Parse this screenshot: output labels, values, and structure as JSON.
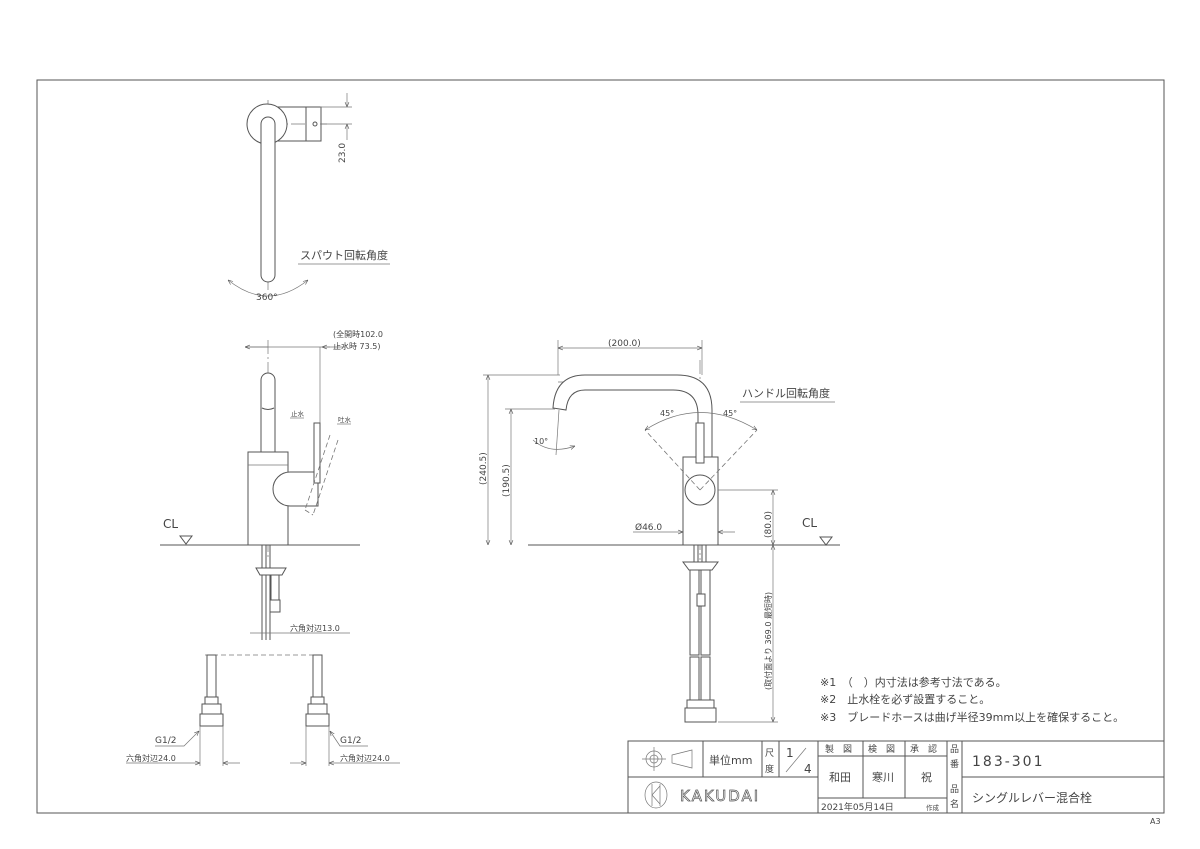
{
  "drawing": {
    "top_view": {
      "dim_23": "23.0",
      "spout_rotation_label": "スパウト回転角度",
      "spout_angle": "360°"
    },
    "side_view": {
      "dim_full_open": "(全開時102.0",
      "dim_closed": "止水時 73.5)",
      "label_stop": "止水",
      "label_discharge": "吐水",
      "cl_label": "CL",
      "hex_13": "六角対辺13.0",
      "g_left": "G1/2",
      "g_right": "G1/2",
      "hex_24_left": "六角対辺24.0",
      "hex_24_right": "六角対辺24.0"
    },
    "front_view": {
      "dim_200": "(200.0)",
      "dim_240": "(240.5)",
      "dim_190": "(190.5)",
      "angle_10": "10°",
      "handle_rotation_label": "ハンドル回転角度",
      "angle_left": "45°",
      "angle_right": "45°",
      "dim_80": "(80.0)",
      "dia_46": "Ø46.0",
      "cl_label": "CL",
      "dim_369": "(取付面より 369.0 最短時)"
    },
    "notes": [
      "※1　（　）内寸法は参考寸法である。",
      "※2　止水栓を必ず設置すること。",
      "※3　ブレードホースは曲げ半径39mm以上を確保すること。"
    ]
  },
  "title_block": {
    "unit": "単位mm",
    "scale_label_1": "尺",
    "scale_label_2": "度",
    "scale_num": "1",
    "scale_den": "4",
    "drawn_header": "製　図",
    "checked_header": "検　図",
    "approved_header": "承　認",
    "drawn_by": "和田",
    "checked_by": "寒川",
    "approved_by": "祝",
    "date": "2021年05月14日",
    "created": "作成",
    "part_no_label_1": "品",
    "part_no_label_2": "番",
    "part_no": "183-301",
    "part_name_label_1": "品",
    "part_name_label_2": "名",
    "part_name": "シングルレバー混合栓",
    "brand": "KAKUDAI",
    "sheet_size": "A3"
  }
}
